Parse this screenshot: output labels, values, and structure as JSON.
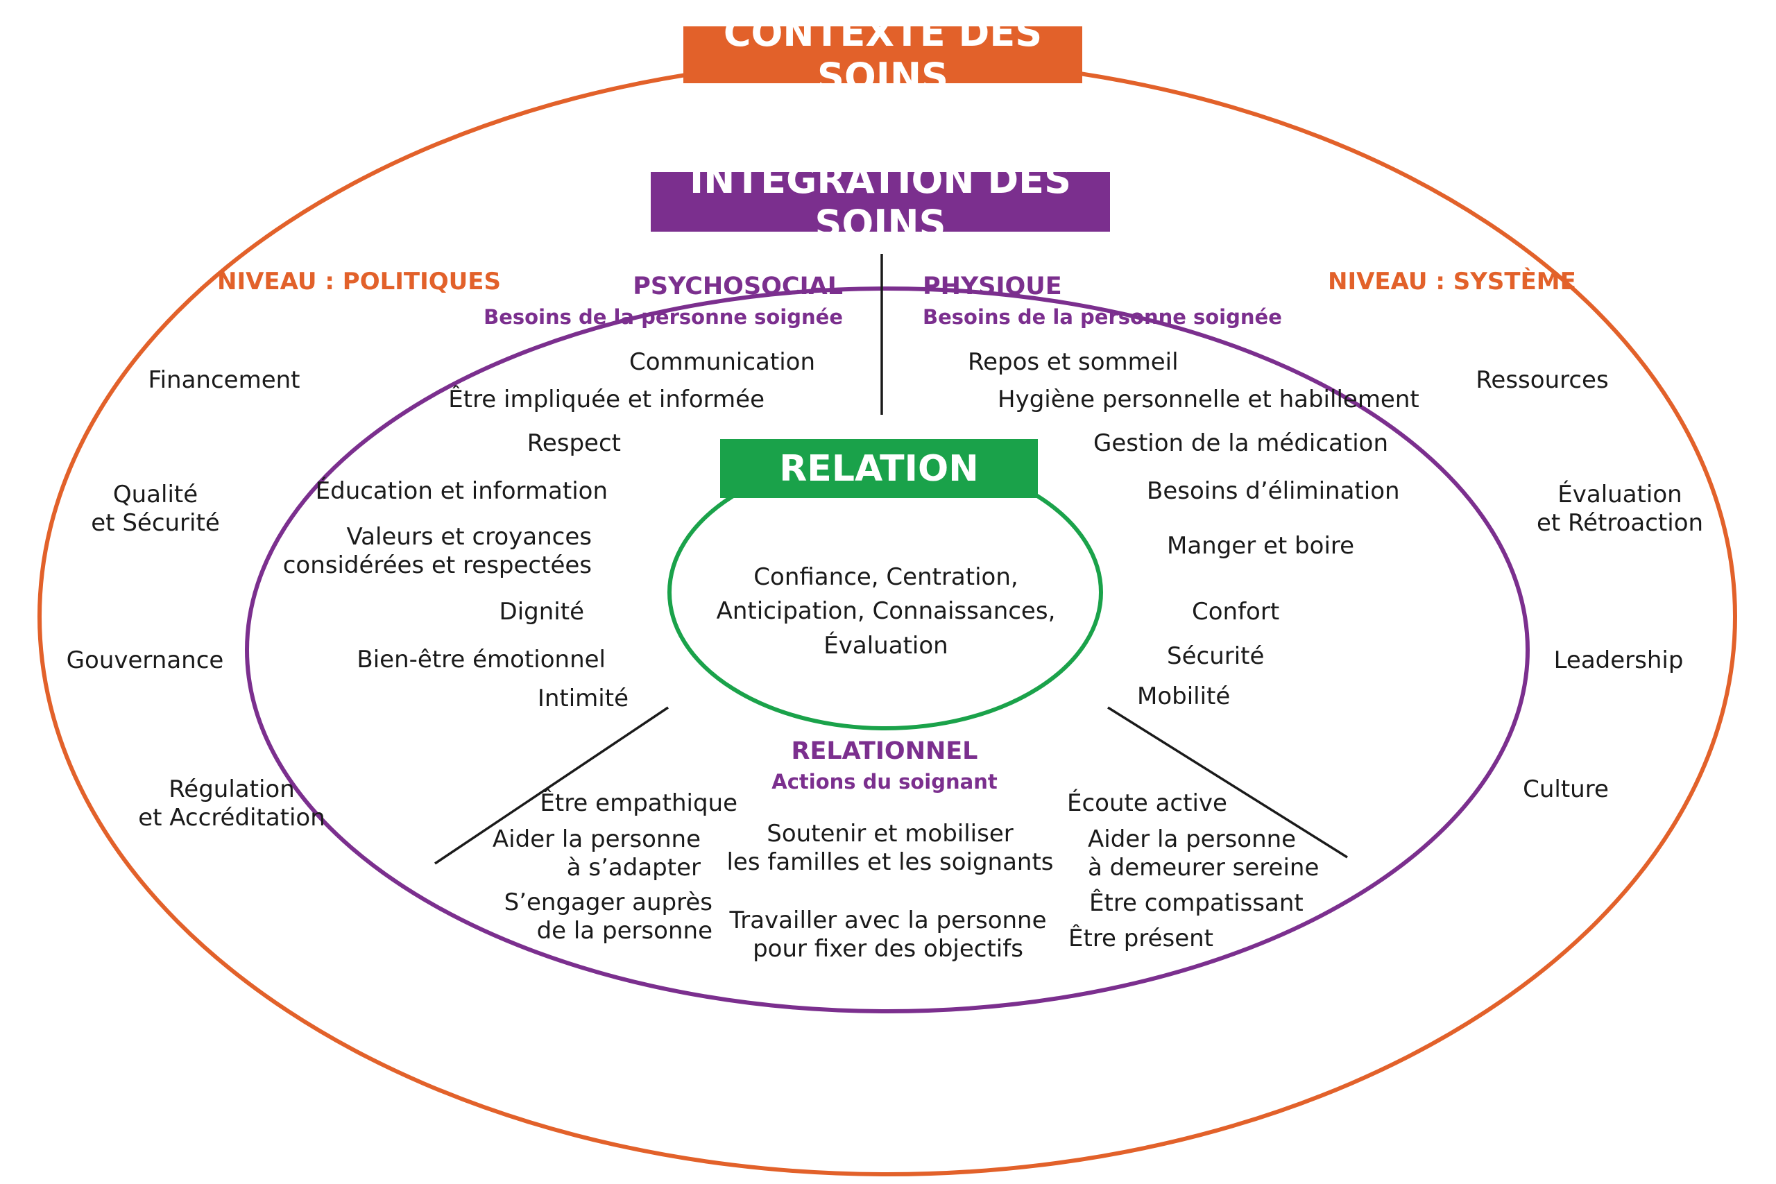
{
  "banners": {
    "contexte": "CONTEXTE DES SOINS",
    "integration": "INTÉGRATION DES SOINS",
    "relation": "RELATION"
  },
  "levels": {
    "politiques": "NIVEAU : POLITIQUES",
    "systeme": "NIVEAU :  SYSTÈME"
  },
  "policy_items": [
    "Financement",
    "Qualité\net Sécurité",
    "Gouvernance",
    "Régulation\net Accréditation"
  ],
  "system_items": [
    "Ressources",
    "Évaluation\net Rétroaction",
    "Leadership",
    "Culture"
  ],
  "psychosocial": {
    "title": "PSYCHOSOCIAL",
    "subtitle": "Besoins de la personne soignée",
    "items": [
      "Communication",
      "Être impliquée et informée",
      "Respect",
      "Éducation et information",
      "Valeurs et croyances\nconsidérées et respectées",
      "Dignité",
      "Bien-être émotionnel",
      "Intimité"
    ]
  },
  "physique": {
    "title": "PHYSIQUE",
    "subtitle": "Besoins de la personne soignée",
    "items": [
      "Repos et sommeil",
      "Hygiène personnelle et habillement",
      "Gestion de la médication",
      "Besoins d’élimination",
      "Manger et boire",
      "Confort",
      "Sécurité",
      "Mobilité"
    ]
  },
  "relation_core": "Confiance, Centration,\nAnticipation, Connaissances,\nÉvaluation",
  "relationnel": {
    "title": "RELATIONNEL",
    "subtitle": "Actions du soignant",
    "left_items": [
      "Être empathique",
      "Aider la personne\nà s’adapter",
      "S’engager auprès\nde la personne"
    ],
    "center_items": [
      "Soutenir et mobiliser\nles familles et les soignants",
      "Travailler avec la personne\npour fixer des objectifs"
    ],
    "right_items": [
      "Écoute active",
      "Aider la personne\nà demeurer sereine",
      "Être compatissant",
      "Être présent"
    ]
  },
  "colors": {
    "contexte": "#e2612a",
    "integration": "#7b2f8e",
    "relation": "#1aa24a",
    "divider": "#1a1a1a"
  }
}
